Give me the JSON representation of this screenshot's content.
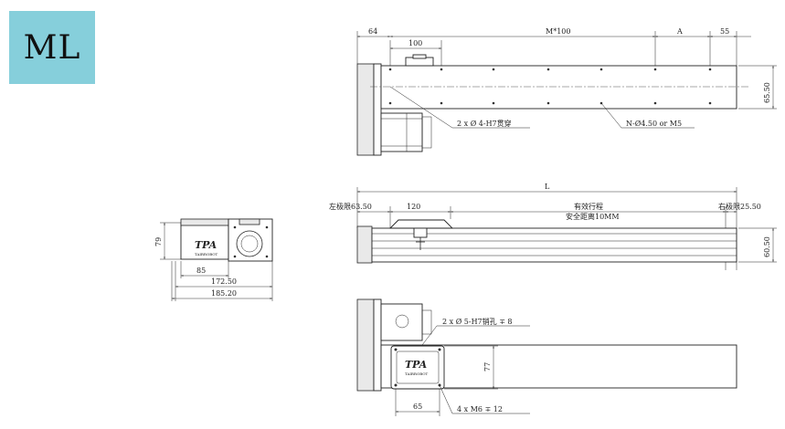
{
  "badge": {
    "label": "ML",
    "color": "#86cfdb"
  },
  "top_view": {
    "dims": {
      "d64": "64",
      "d100": "100",
      "m100": "M*100",
      "a": "A",
      "d55": "55",
      "d65_50": "65.50"
    },
    "callouts": {
      "through_holes": "2 x Ø 4-H7贯穿",
      "n_holes": "N-Ø4.50 or M5"
    }
  },
  "side_view": {
    "dims": {
      "L": "L",
      "left_limit": "左极限63.50",
      "d120": "120",
      "stroke": "有效行程",
      "safety": "安全距离10MM",
      "right_limit": "右极限25.50",
      "d60_50": "60.50"
    }
  },
  "bottom_view": {
    "dims": {
      "d77": "77",
      "d65": "65"
    },
    "callouts": {
      "pin_holes": "2 x Ø 5-H7销孔 ∓ 8",
      "screw_holes": "4 x  M6  ∓ 12"
    },
    "logo_text": "TPA",
    "logo_sub": "TAIRROBOT"
  },
  "end_view": {
    "dims": {
      "d79": "79",
      "d85": "85",
      "d172_50": "172.50",
      "d185_20": "185.20"
    },
    "logo_text": "TPA",
    "logo_sub": "TAIRROBOT"
  }
}
